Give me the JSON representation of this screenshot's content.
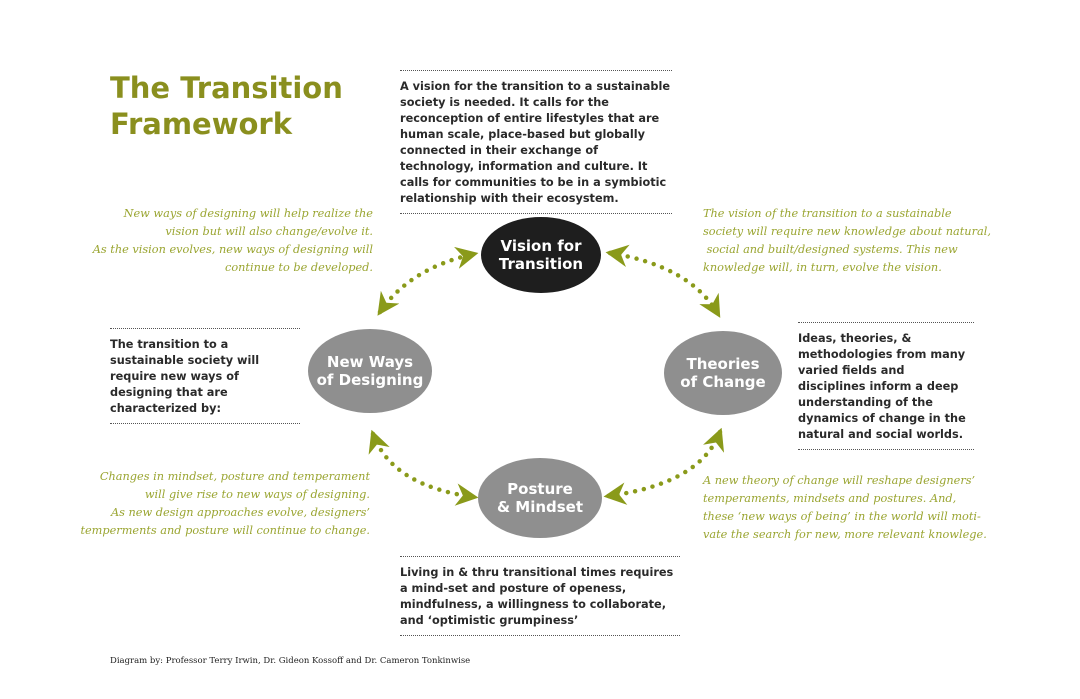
{
  "title": "The Transition\nFramework",
  "top_box": "A vision for the transition to a sustainable society is needed. It calls for the reconception of entire lifestyles that are human scale, place-based but globally connected in their exchange of technology, information and culture. It calls for communities to be in a symbiotic relationship with their ecosystem.",
  "left_box": "The transition to a sustainable society will require new ways of designing that are characterized by:",
  "right_box": "Ideas, theories, & methodologies from many varied fields and disciplines inform a deep understanding of the dynamics of change in the natural and social worlds.",
  "bottom_box": "Living in & thru transitional times requires a mind-set and posture of openess, mindfulness, a willingness to collaborate, and ‘optimistic grumpiness’",
  "nodes": {
    "vision": "Vision for\nTransition",
    "new_ways": "New Ways\nof Designing",
    "theories": "Theories\nof Change",
    "posture": "Posture\n& Mindset"
  },
  "notes": {
    "top_left": "New ways of designing will help realize the\nvision but will also change/evolve it.\nAs the vision evolves, new ways of designing will\ncontinue to be developed.",
    "top_right": "The vision of the transition to a sustainable\nsociety will require new knowledge about natural,\n social and built/designed systems. This new\nknowledge will, in turn, evolve the vision.",
    "bottom_left": "Changes in mindset, posture and temperament\nwill give rise to new ways of designing.\nAs new design approaches evolve, designers’\ntemperments and posture will continue to change.",
    "bottom_right": "A new theory of change will reshape designers’\ntemperaments, mindsets and postures. And,\nthese ‘new ways of being’ in the world will moti-\nvate the search for new, more relevant knowlege."
  },
  "credit": "Diagram by: Professor Terry Irwin, Dr. Gideon Kossoff and Dr. Cameron Tonkinwise",
  "colors": {
    "title": "#8a8f1e",
    "note": "#9aa531",
    "arrow": "#8a9a1a",
    "node": "#8f8f8f",
    "vision_node": "#1e1e1e"
  }
}
